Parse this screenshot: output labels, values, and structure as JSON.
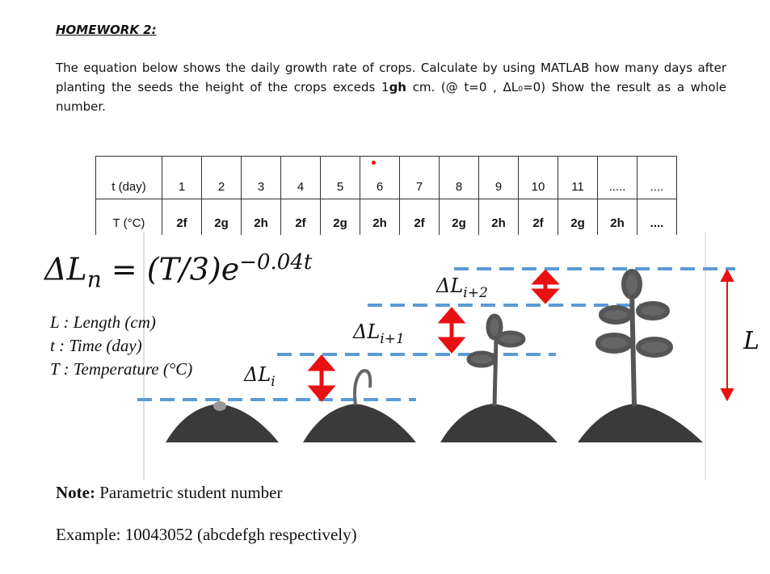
{
  "title": "HOMEWORK 2:",
  "intro": {
    "before": "The equation below shows the daily growth rate of crops. Calculate by using MATLAB how many days after planting the seeds the height of the crops exceds 1",
    "bold": "gh",
    "after": " cm. (@ t=0 , ΔL₀=0) Show the result as a whole number."
  },
  "table": {
    "row1_header": "t (day)",
    "row1": [
      "1",
      "2",
      "3",
      "4",
      "5",
      "6",
      "7",
      "8",
      "9",
      "10",
      "11",
      ".....",
      "...."
    ],
    "row2_header": "T (°C)",
    "row2": [
      "2f",
      "2g",
      "2h",
      "2f",
      "2g",
      "2h",
      "2f",
      "2g",
      "2h",
      "2f",
      "2g",
      "2h",
      "...."
    ]
  },
  "equation": {
    "lhs": "ΔL",
    "lhs_sub": "n",
    "rhs": " = (T/3)e",
    "exp": "−0.04t"
  },
  "legend": [
    "L : Length (cm)",
    "t  : Time (day)",
    "T : Temperature (°C)"
  ],
  "labels": {
    "delta": "ΔL",
    "sub_i": "i",
    "sub_i1": "i+1",
    "sub_i2": "i+2",
    "L": "L"
  },
  "colors": {
    "dash": "#5b9bd5",
    "arrow": "#e81010",
    "soil": "#3a3a3a"
  },
  "note": {
    "bold": "Note:",
    "text": " Parametric student number"
  },
  "example": "Example: 10043052 (abcdefgh respectively)"
}
